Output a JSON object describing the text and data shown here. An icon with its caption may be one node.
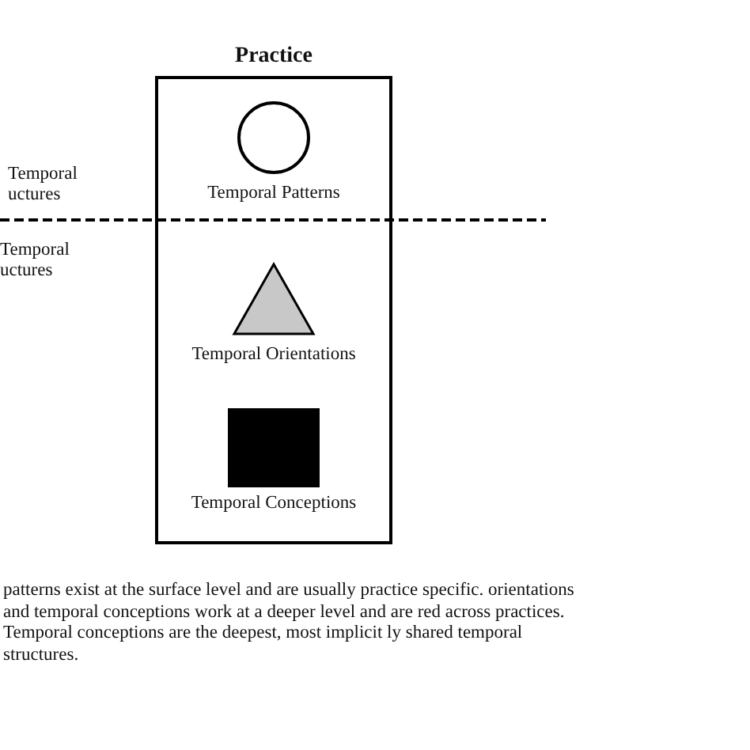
{
  "diagram": {
    "caption": "patterns exist at the surface level and are usually practice specific. orientations and temporal conceptions work at a deeper level and are red across practices. Temporal conceptions are the deepest, most implicit ly shared temporal structures.",
    "nodes": [
      {
        "text": [
          "Practice"
        ]
      },
      {
        "text": [
          "Temporal Patterns"
        ],
        "in": 0
      },
      {
        "text": [
          "Temporal Orientations"
        ],
        "in": 0
      },
      {
        "text": [
          "Temporal Conceptions"
        ],
        "in": 0
      }
    ],
    "labels": [
      "Temporal uctures",
      "Temporal uctures"
    ]
  }
}
